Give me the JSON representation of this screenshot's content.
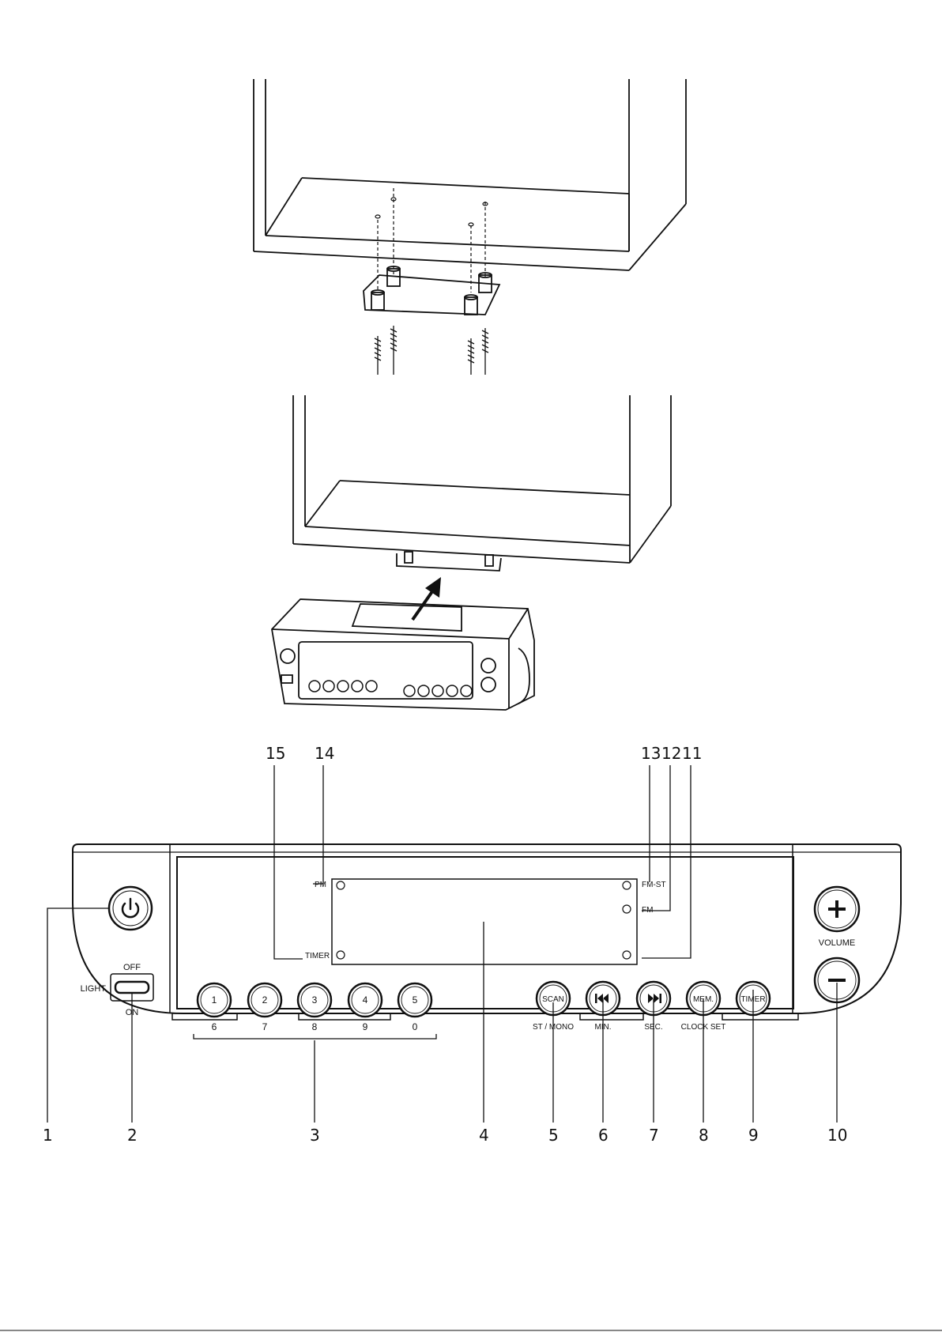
{
  "callouts": {
    "n1": "1",
    "n2": "2",
    "n3": "3",
    "n4": "4",
    "n5": "5",
    "n6": "6",
    "n7": "7",
    "n8": "8",
    "n9": "9",
    "n10": "10",
    "n11": "11",
    "n12": "12",
    "n13": "13",
    "n14": "14",
    "n15": "15"
  },
  "panel": {
    "light": "LIGHT",
    "off": "OFF",
    "on": "ON",
    "pm": "PM",
    "timer_indicator": "TIMER",
    "fm_st": "FM-ST",
    "fm": "FM",
    "volume": "VOLUME",
    "presets": [
      "1",
      "2",
      "3",
      "4",
      "5"
    ],
    "presets_alt": [
      "6",
      "7",
      "8",
      "9",
      "0"
    ],
    "scan": "SCAN",
    "st_mono": "ST / MONO",
    "min": "MIN.",
    "sec": "SEC.",
    "mem": "MEM.",
    "clock_set": "CLOCK SET",
    "timer_button": "TIMER"
  },
  "icons": {
    "power": "power-icon",
    "prev": "skip-back-icon",
    "next": "skip-forward-icon",
    "plus": "plus-icon",
    "minus": "minus-icon"
  }
}
